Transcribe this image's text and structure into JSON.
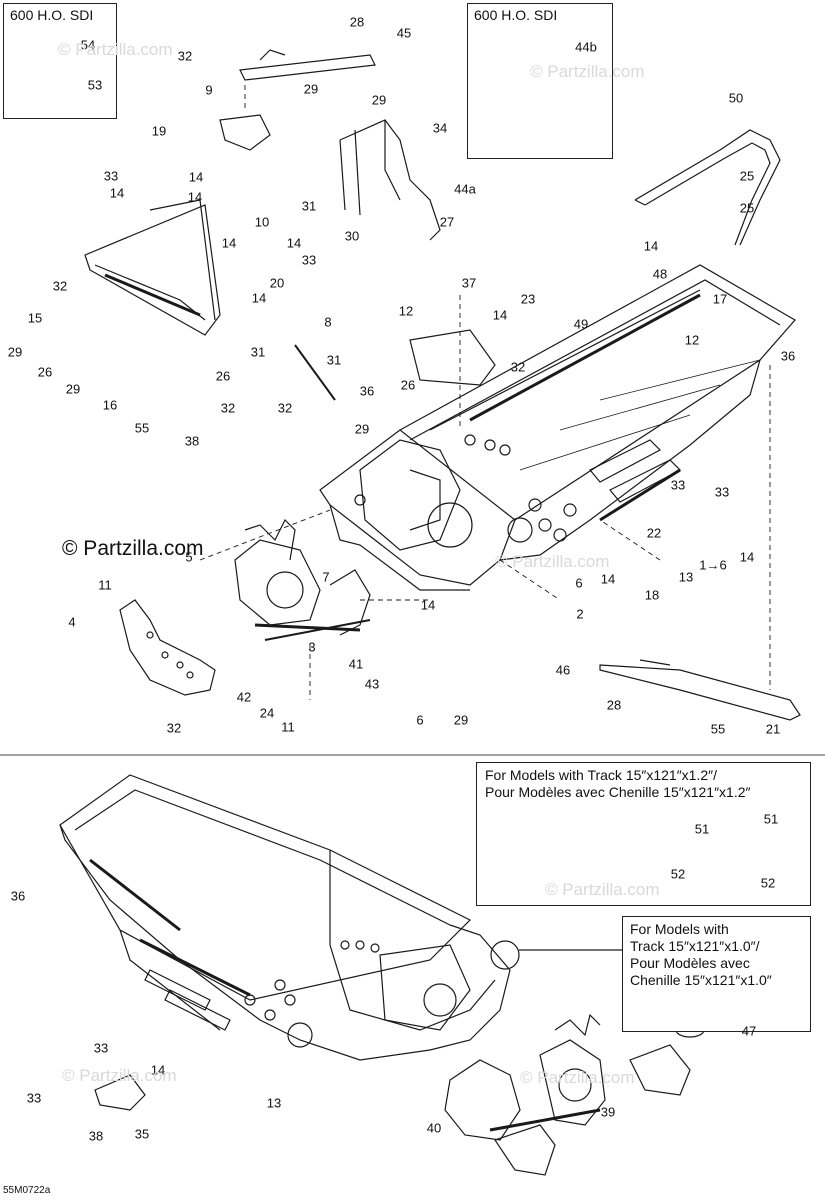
{
  "insets": {
    "sdi_left": {
      "title": "600 H.O. SDI",
      "parts": [
        "54",
        "53"
      ]
    },
    "sdi_right": {
      "title": "600 H.O. SDI",
      "parts": [
        "44b"
      ]
    }
  },
  "notes": {
    "track_12": {
      "lines": [
        "For Models with Track 15″x121″x1.2″/",
        "Pour Modèles avec Chenille 15″x121″x1.2″"
      ],
      "parts": [
        "51",
        "51",
        "52",
        "52"
      ]
    },
    "track_10": {
      "lines": [
        "For Models with",
        "Track 15″x121″x1.0″/",
        "Pour Modèles avec",
        "Chenille 15″x121″x1.0″"
      ],
      "parts": [
        "47"
      ]
    }
  },
  "watermark": "© Partzilla.com",
  "copyright": "© Partzilla.com",
  "drawing_code": "55M0722a",
  "callouts": [
    "28",
    "45",
    "32",
    "9",
    "29",
    "29",
    "34",
    "44a",
    "31",
    "30",
    "27",
    "50",
    "25",
    "25",
    "19",
    "33",
    "14",
    "14",
    "14",
    "10",
    "14",
    "14",
    "33",
    "20",
    "14",
    "14",
    "48",
    "37",
    "23",
    "14",
    "49",
    "17",
    "12",
    "12",
    "32",
    "26",
    "32",
    "15",
    "29",
    "26",
    "29",
    "8",
    "31",
    "31",
    "36",
    "32",
    "29",
    "26",
    "16",
    "32",
    "55",
    "38",
    "36",
    "33",
    "33",
    "22",
    "14",
    "1→6",
    "13",
    "5",
    "7",
    "11",
    "14",
    "18",
    "14",
    "6",
    "2",
    "4",
    "3",
    "41",
    "43",
    "42",
    "24",
    "11",
    "6",
    "29",
    "32",
    "46",
    "28",
    "55",
    "21",
    "36",
    "33",
    "33",
    "14",
    "38",
    "35",
    "13",
    "40",
    "39"
  ],
  "colors": {
    "line": "#1a1a1a",
    "watermark": "#d9d9d9"
  }
}
